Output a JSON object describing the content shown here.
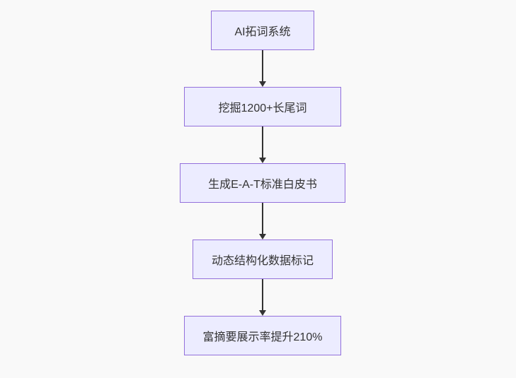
{
  "flowchart": {
    "type": "vertical-flow",
    "background_color": "#f9f9f9",
    "node_fill_color": "#ECECFF",
    "node_border_color": "#9370DB",
    "text_color": "#333333",
    "arrow_color": "#333333",
    "nodes": [
      {
        "label": "AI拓词系统"
      },
      {
        "label": "挖掘1200+长尾词"
      },
      {
        "label": "生成E-A-T标准白皮书"
      },
      {
        "label": "动态结构化数据标记"
      },
      {
        "label": "富摘要展示率提升210%"
      }
    ],
    "edges": [
      {
        "from": 0,
        "to": 1
      },
      {
        "from": 1,
        "to": 2
      },
      {
        "from": 2,
        "to": 3
      },
      {
        "from": 3,
        "to": 4
      }
    ]
  }
}
